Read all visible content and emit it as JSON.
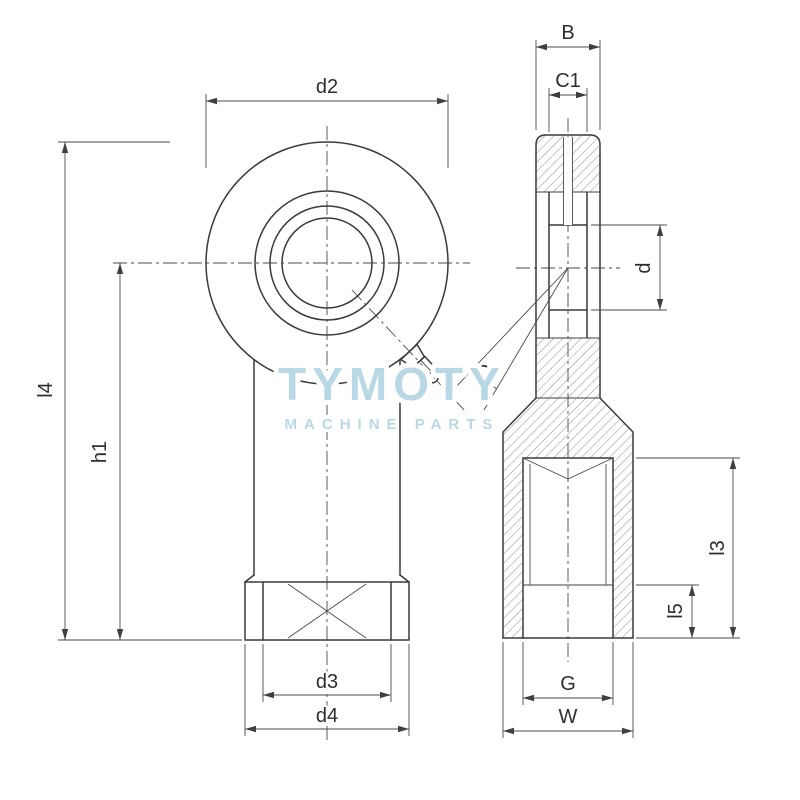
{
  "watermark": {
    "brand": "TYMOTY",
    "tagline": "MACHINE PARTS",
    "color": "#b9d8e6"
  },
  "colors": {
    "line": "#3a3a3a",
    "watermark_blue": "#b9d8e6"
  },
  "front_view": {
    "dim_outer_diameter": "d2",
    "dim_total_length": "l4",
    "dim_center_height": "h1",
    "dim_hex_flats": "d3",
    "dim_base_diameter": "d4",
    "dim_grease_angle": "Q"
  },
  "side_view": {
    "dim_head_width": "B",
    "dim_ball_width": "C1",
    "dim_bore_diameter": "d",
    "dim_thread_depth": "l3",
    "dim_thread_runout": "l5",
    "dim_thread_size": "G",
    "dim_body_width": "W"
  }
}
